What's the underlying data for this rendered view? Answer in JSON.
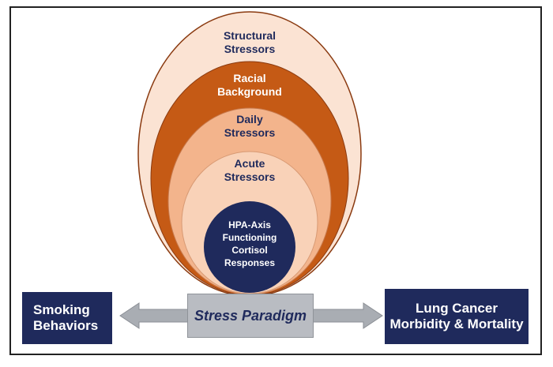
{
  "diagram": {
    "rings": [
      {
        "line1": "Structural",
        "line2": "Stressors"
      },
      {
        "line1": "Racial",
        "line2": "Background"
      },
      {
        "line1": "Daily",
        "line2": "Stressors"
      },
      {
        "line1": "Acute",
        "line2": "Stressors"
      }
    ],
    "core": {
      "line1": "HPA-Axis",
      "line2": "Functioning",
      "line3": "Cortisol",
      "line4": "Responses"
    },
    "left_box": {
      "line1": "Smoking",
      "line2": "Behaviors"
    },
    "center_label": "Stress Paradigm",
    "right_box": {
      "line1": "Lung Cancer",
      "line2": "Morbidity & Mortality"
    },
    "colors": {
      "navy": "#1f2a5c",
      "ring_outer": "#fbe3d3",
      "ring_dark": "#c55a15",
      "ring_mid": "#f3b48c",
      "ring_inner": "#f9d2b8",
      "arrow_gray": "#b9bcc2"
    }
  }
}
